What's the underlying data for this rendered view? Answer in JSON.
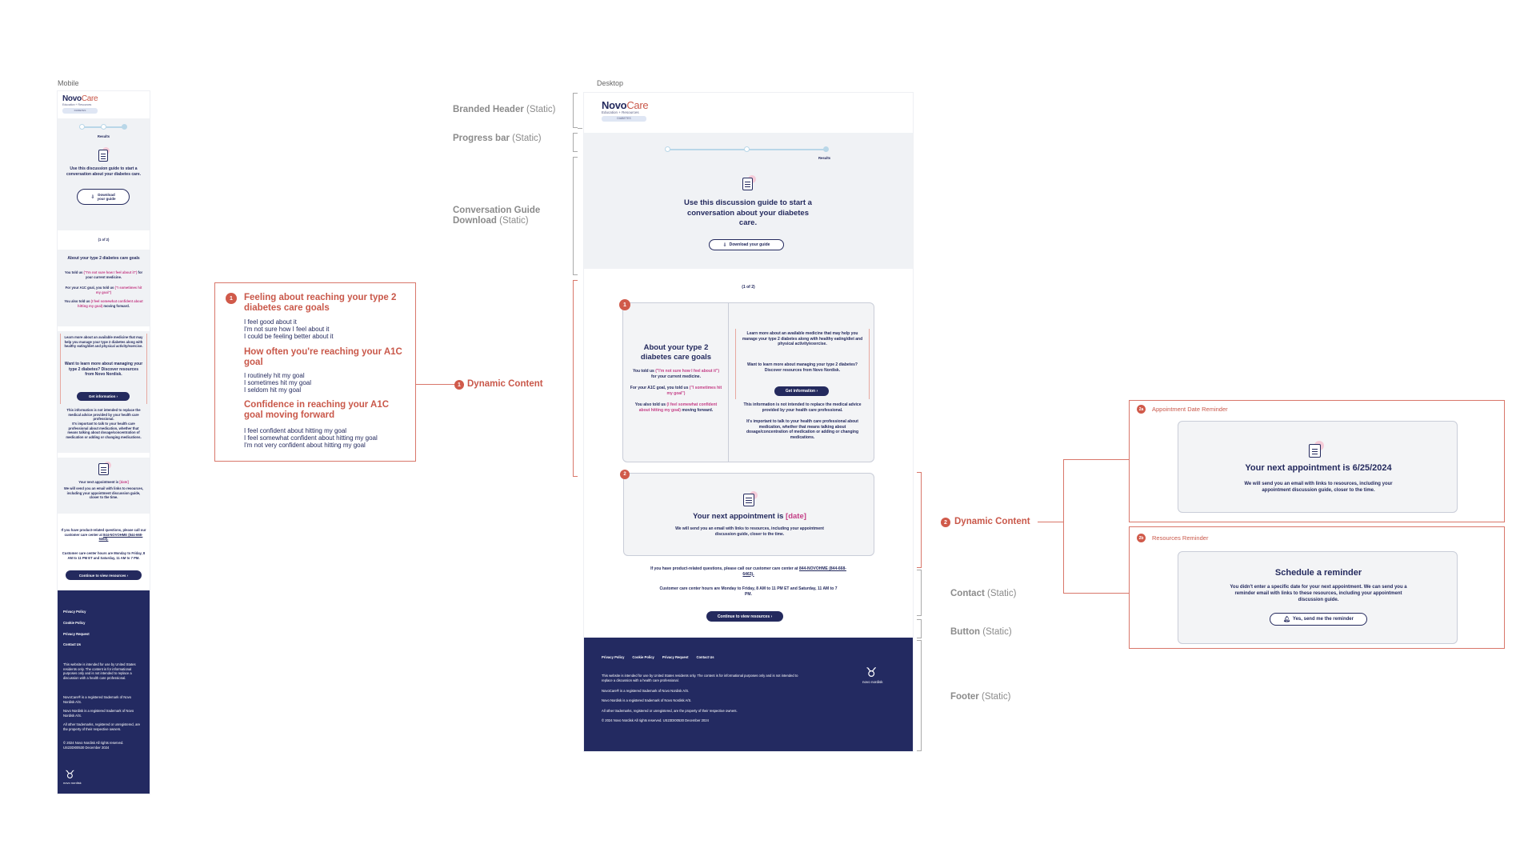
{
  "frames": {
    "mobile_label": "Mobile",
    "desktop_label": "Desktop"
  },
  "logo": {
    "brand": "Novo",
    "brand_care": "Care",
    "sub": "Education + Resources",
    "pill": "DIABETES"
  },
  "progress": {
    "step_label": "Results"
  },
  "guide": {
    "mobile_text": "Use this discussion guide to start a conversation about your diabetes care.",
    "desktop_text": "Use this discussion guide to start a conversation about your diabetes care.",
    "button": "Download your guide",
    "mobile_button_line1": "Download",
    "mobile_button_line2": "your guide"
  },
  "pager": "(1 of 2)",
  "about": {
    "title": "About your type 2 diabetes care goals",
    "told_prefix": "You told us",
    "told_quote": "(\"I'm not sure how I feel about it\")",
    "told_suffix": "for your current medicine.",
    "a1c_prefix": "For your A1C goal, you told us",
    "a1c_quote": "(\"I sometimes hit my goal\")",
    "also_prefix": "You also told us",
    "also_quote": "(I feel somewhat confident about hitting my goal)",
    "also_suffix": "moving forward."
  },
  "learn": {
    "text": "Learn more about an available medicine that may help you manage your type 2 diabetes along with healthy eating/diet and physical activity/exercise.",
    "want": "Want to learn more about managing your type 2 diabetes? Discover resources from Novo Nordisk.",
    "button": "Get information",
    "disclaimer": "This information is not intended to replace the medical advice provided by your health care professional.",
    "important": "It's important to talk to your health care professional about medication, whether that means talking about dosage/concentration of medication or adding or changing medications."
  },
  "appointment": {
    "title_prefix": "Your next appointment is",
    "title_date": "[date]",
    "body": "We will send you an email with links to resources, including your appointment discussion guide, closer to the time."
  },
  "contact": {
    "line1": "If you have product-related questions, please call our customer care center at",
    "phone": "844-NOVOHME (844-668-6463).",
    "hours": "Customer care center hours are Monday to Friday, 8 AM to 11 PM ET and Saturday, 11 AM to 7 PM."
  },
  "continue_button": "Continue to view resources",
  "footer": {
    "links": [
      "Privacy Policy",
      "Cookie Policy",
      "Privacy Request",
      "Contact Us"
    ],
    "p1": "This website is intended for use by United States residents only. The content is for informational purposes only and is not intended to replace a discussion with a health care professional.",
    "p2": "NovoCare® is a registered trademark of Novo Nordisk A/S.",
    "p3": "Novo Nordisk is a registered trademark of Novo Nordisk A/S.",
    "p4": "All other trademarks, registered or unregistered, are the property of their respective owners.",
    "p5": "© 2024 Novo Nordisk   All rights reserved.   US23DI00530   December 2024",
    "logo_text": "novo nordisk"
  },
  "annotations": {
    "header": "Branded Header",
    "header_tag": "(Static)",
    "progress": "Progress bar",
    "progress_tag": "(Static)",
    "guide1": "Conversation Guide",
    "guide2": "Download",
    "guide_tag": "(Static)",
    "dynamic1_num": "1",
    "dynamic1": "Dynamic Content",
    "dynamic2_num": "2",
    "dynamic2": "Dynamic Content",
    "contact": "Contact",
    "contact_tag": "(Static)",
    "button": "Button",
    "button_tag": "(Static)",
    "footer": "Footer",
    "footer_tag": "(Static)"
  },
  "dynamic_box": {
    "num": "1",
    "h1": "Feeling about reaching your type 2 diabetes care goals",
    "l1": [
      "I feel good about it",
      "I'm not sure how I feel about it",
      "I could be feeling better about it"
    ],
    "h2": "How often you're reaching your A1C goal",
    "l2": [
      "I routinely hit my goal",
      "I sometimes hit my goal",
      "I seldom hit my goal"
    ],
    "h3": "Confidence in reaching your A1C goal moving forward",
    "l3": [
      "I feel confident about hitting my goal",
      "I feel somewhat confident about hitting my goal",
      "I'm not very confident about hitting my goal"
    ]
  },
  "reminders": {
    "a_num": "2a",
    "a_label": "Appointment Date Reminder",
    "a_title": "Your next appointment is 6/25/2024",
    "a_body": "We will send you an email with links to resources, including your appointment discussion guide, closer to the time.",
    "b_num": "2b",
    "b_label": "Resources Reminder",
    "b_title": "Schedule a reminder",
    "b_body": "You didn't enter a specific date for your next appointment. We can send you a reminder email with links to these resources, including your appointment discussion guide.",
    "b_button": "Yes, send me the reminder"
  },
  "colors": {
    "navy": "#242a5e",
    "coral": "#c9584a",
    "pink": "#c43e86",
    "progress": "#b9d7e8",
    "footer": "#232a61"
  }
}
